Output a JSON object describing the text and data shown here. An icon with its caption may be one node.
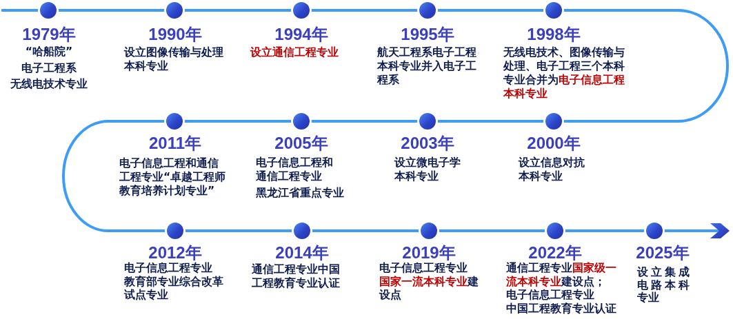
{
  "diagram": {
    "nodes": [
      {
        "text": [],
        "shape": "circle",
        "beside": [
          "1979年",
          "“哈船院”",
          "电子工程系",
          "无线电技术专业"
        ]
      },
      {
        "text": [],
        "shape": "circle",
        "beside": [
          "1990年",
          "设立图像传输与处理本科专业"
        ]
      },
      {
        "text": [],
        "shape": "circle",
        "beside": [
          "1994年",
          "设立通信工程专业"
        ]
      },
      {
        "text": [],
        "shape": "circle",
        "beside": [
          "1995年",
          "航天工程系电子工程本科专业并入电子工程系"
        ]
      },
      {
        "text": [],
        "shape": "circle",
        "beside": [
          "1998年",
          "无线电技术、图像传输与处理、电子工程三个本科专业合并为**电子信息工程本科专业**"
        ]
      },
      {
        "text": [],
        "shape": "circle",
        "beside": [
          "2000年",
          "设立信息对抗本科专业"
        ]
      },
      {
        "text": [],
        "shape": "circle",
        "beside": [
          "2003年",
          "设立微电子学本科专业"
        ]
      },
      {
        "text": [],
        "shape": "circle",
        "beside": [
          "2005年",
          "电子信息工程和通信工程专业",
          "黑龙江省重点专业"
        ]
      },
      {
        "text": [],
        "shape": "circle",
        "beside": [
          "2011年",
          "电子信息工程和通信工程专业“卓越工程师教育培养计划专业”"
        ]
      },
      {
        "text": [],
        "shape": "circle",
        "beside": [
          "2012年",
          "电子信息工程专业",
          "教育部专业综合改革试点专业"
        ]
      },
      {
        "text": [],
        "shape": "circle",
        "beside": [
          "2014年",
          "通信工程专业中国工程教育专业认证"
        ]
      },
      {
        "text": [],
        "shape": "circle",
        "beside": [
          "2019年",
          "电子信息工程专业",
          "**国家一流本科专业**建设点"
        ]
      },
      {
        "text": [],
        "shape": "circle",
        "beside": [
          "2022年",
          "通信工程专业**国家级一流本科专业**建设点；",
          "电子信息工程专业",
          "中国工程教育专业认证"
        ]
      },
      {
        "text": [],
        "shape": "circle",
        "beside": [
          "2025年",
          "设立集成电路本科专业"
        ]
      }
    ],
    "edges": [
      {
        "from": null,
        "to": 0,
        "arrow": "none"
      },
      {
        "from": 0,
        "to": 1,
        "arrow": "none"
      },
      {
        "from": 1,
        "to": 2,
        "arrow": "none"
      },
      {
        "from": 2,
        "to": 3,
        "arrow": "none"
      },
      {
        "from": 3,
        "to": 4,
        "arrow": "none"
      },
      {
        "from": 4,
        "to": 5,
        "arrow": "none"
      },
      {
        "from": 5,
        "to": 6,
        "arrow": "none"
      },
      {
        "from": 6,
        "to": 7,
        "arrow": "none"
      },
      {
        "from": 7,
        "to": 8,
        "arrow": "none"
      },
      {
        "from": 8,
        "to": 9,
        "arrow": "none"
      },
      {
        "from": 9,
        "to": 10,
        "arrow": "none"
      },
      {
        "from": 10,
        "to": 11,
        "arrow": "none"
      },
      {
        "from": 11,
        "to": 12,
        "arrow": "none"
      },
      {
        "from": 12,
        "to": 13,
        "arrow": "none"
      },
      {
        "from": 13,
        "to": null,
        "arrow": "to"
      }
    ]
  }
}
